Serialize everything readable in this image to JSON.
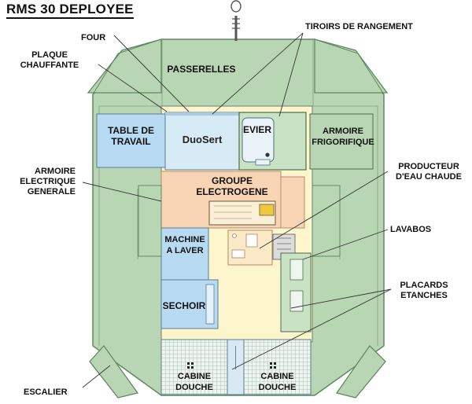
{
  "title": "RMS 30 DEPLOYEE",
  "callouts": {
    "four": "FOUR",
    "plaque_chauffante": [
      "PLAQUE",
      "CHAUFFANTE"
    ],
    "armoire_electrique": [
      "ARMOIRE",
      "ELECTRIQUE",
      "GENERALE"
    ],
    "escalier": "ESCALIER",
    "tiroirs": "TIROIRS DE RANGEMENT",
    "producteur": [
      "PRODUCTEUR",
      "D'EAU CHAUDE"
    ],
    "lavabos": "LAVABOS",
    "placards": [
      "PLACARDS",
      "ETANCHES"
    ]
  },
  "rooms": {
    "passerelles": "PASSERELLES",
    "table_de_travail": [
      "TABLE DE",
      "TRAVAIL"
    ],
    "duosert": "DuoSert",
    "evier": "EVIER",
    "armoire_frigorifique": [
      "ARMOIRE",
      "FRIGORIFIQUE"
    ],
    "groupe_electrogene": [
      "GROUPE",
      "ELECTROGENE"
    ],
    "machine_a_laver": [
      "MACHINE",
      "A LAVER"
    ],
    "sechoir": "SECHOIR",
    "cabine_douche_left": [
      "CABINE",
      "DOUCHE"
    ],
    "cabine_douche_right": [
      "CABINE",
      "DOUCHE"
    ]
  },
  "colors": {
    "deck_green": "#b9d6b4",
    "outline_green": "#5f8a5f",
    "interior_yellow": "#fdf6cc",
    "table_blue": "#b8daf2",
    "generator_peach": "#f9d4b4",
    "leader_line": "#333333"
  }
}
